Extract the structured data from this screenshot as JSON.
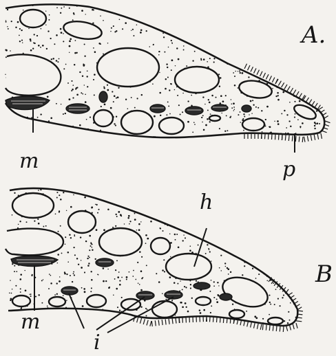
{
  "figure": {
    "panels": [
      {
        "id": "A",
        "label": "A."
      },
      {
        "id": "B",
        "label": "B"
      }
    ],
    "part_labels": {
      "m": "m",
      "p": "p",
      "h": "h",
      "i": "i"
    },
    "colors": {
      "paper": "#f4f2ee",
      "ink": "#161616"
    }
  }
}
